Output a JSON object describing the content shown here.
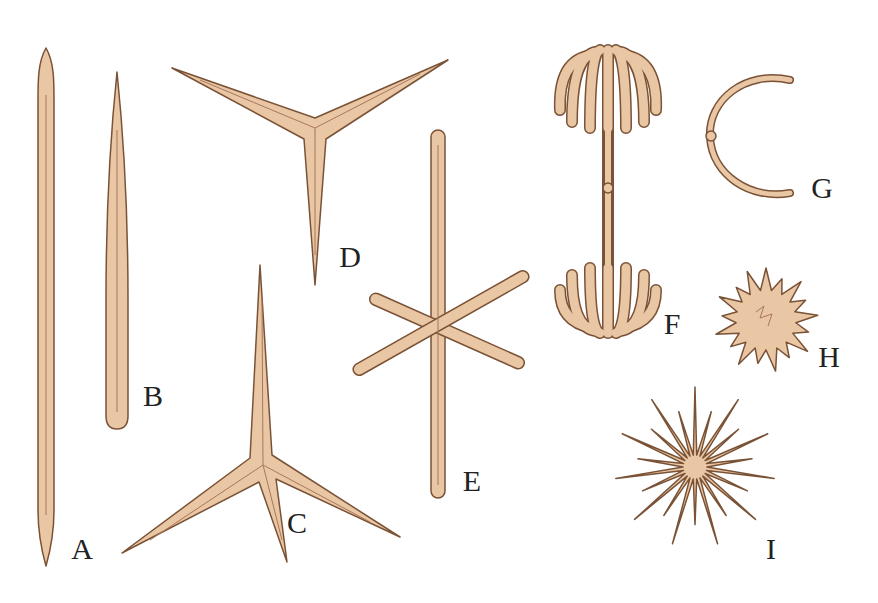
{
  "diagram": {
    "labels": [
      "A",
      "B",
      "C",
      "D",
      "E",
      "F",
      "G",
      "H",
      "I"
    ]
  }
}
